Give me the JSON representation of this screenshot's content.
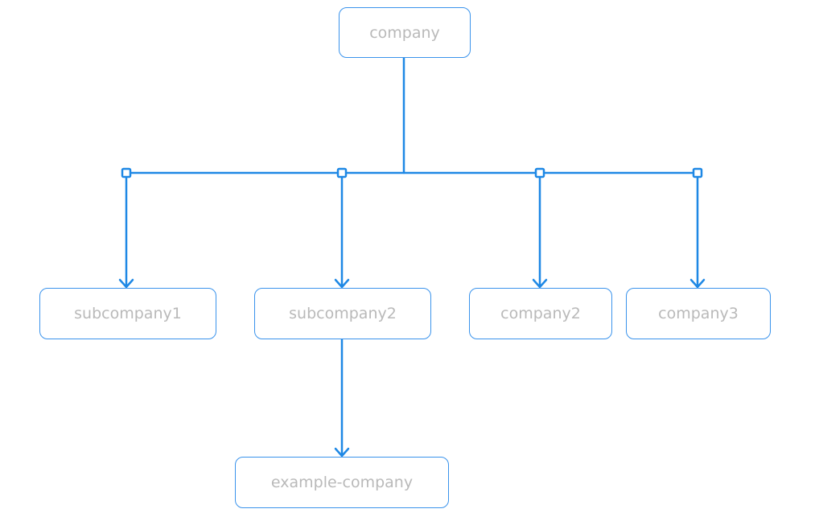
{
  "diagram": {
    "type": "tree",
    "colors": {
      "connector": "#1e88e5",
      "node_border": "#3a93ec",
      "node_text": "#b9b9b9",
      "background": "#ffffff"
    },
    "nodes": {
      "root": {
        "label": "company"
      },
      "subcompany1": {
        "label": "subcompany1"
      },
      "subcompany2": {
        "label": "subcompany2"
      },
      "company2": {
        "label": "company2"
      },
      "company3": {
        "label": "company3"
      },
      "example_company": {
        "label": "example-company"
      }
    },
    "edges": [
      {
        "from": "company",
        "to": "subcompany1"
      },
      {
        "from": "company",
        "to": "subcompany2"
      },
      {
        "from": "company",
        "to": "company2"
      },
      {
        "from": "company",
        "to": "company3"
      },
      {
        "from": "subcompany2",
        "to": "example-company"
      }
    ]
  }
}
